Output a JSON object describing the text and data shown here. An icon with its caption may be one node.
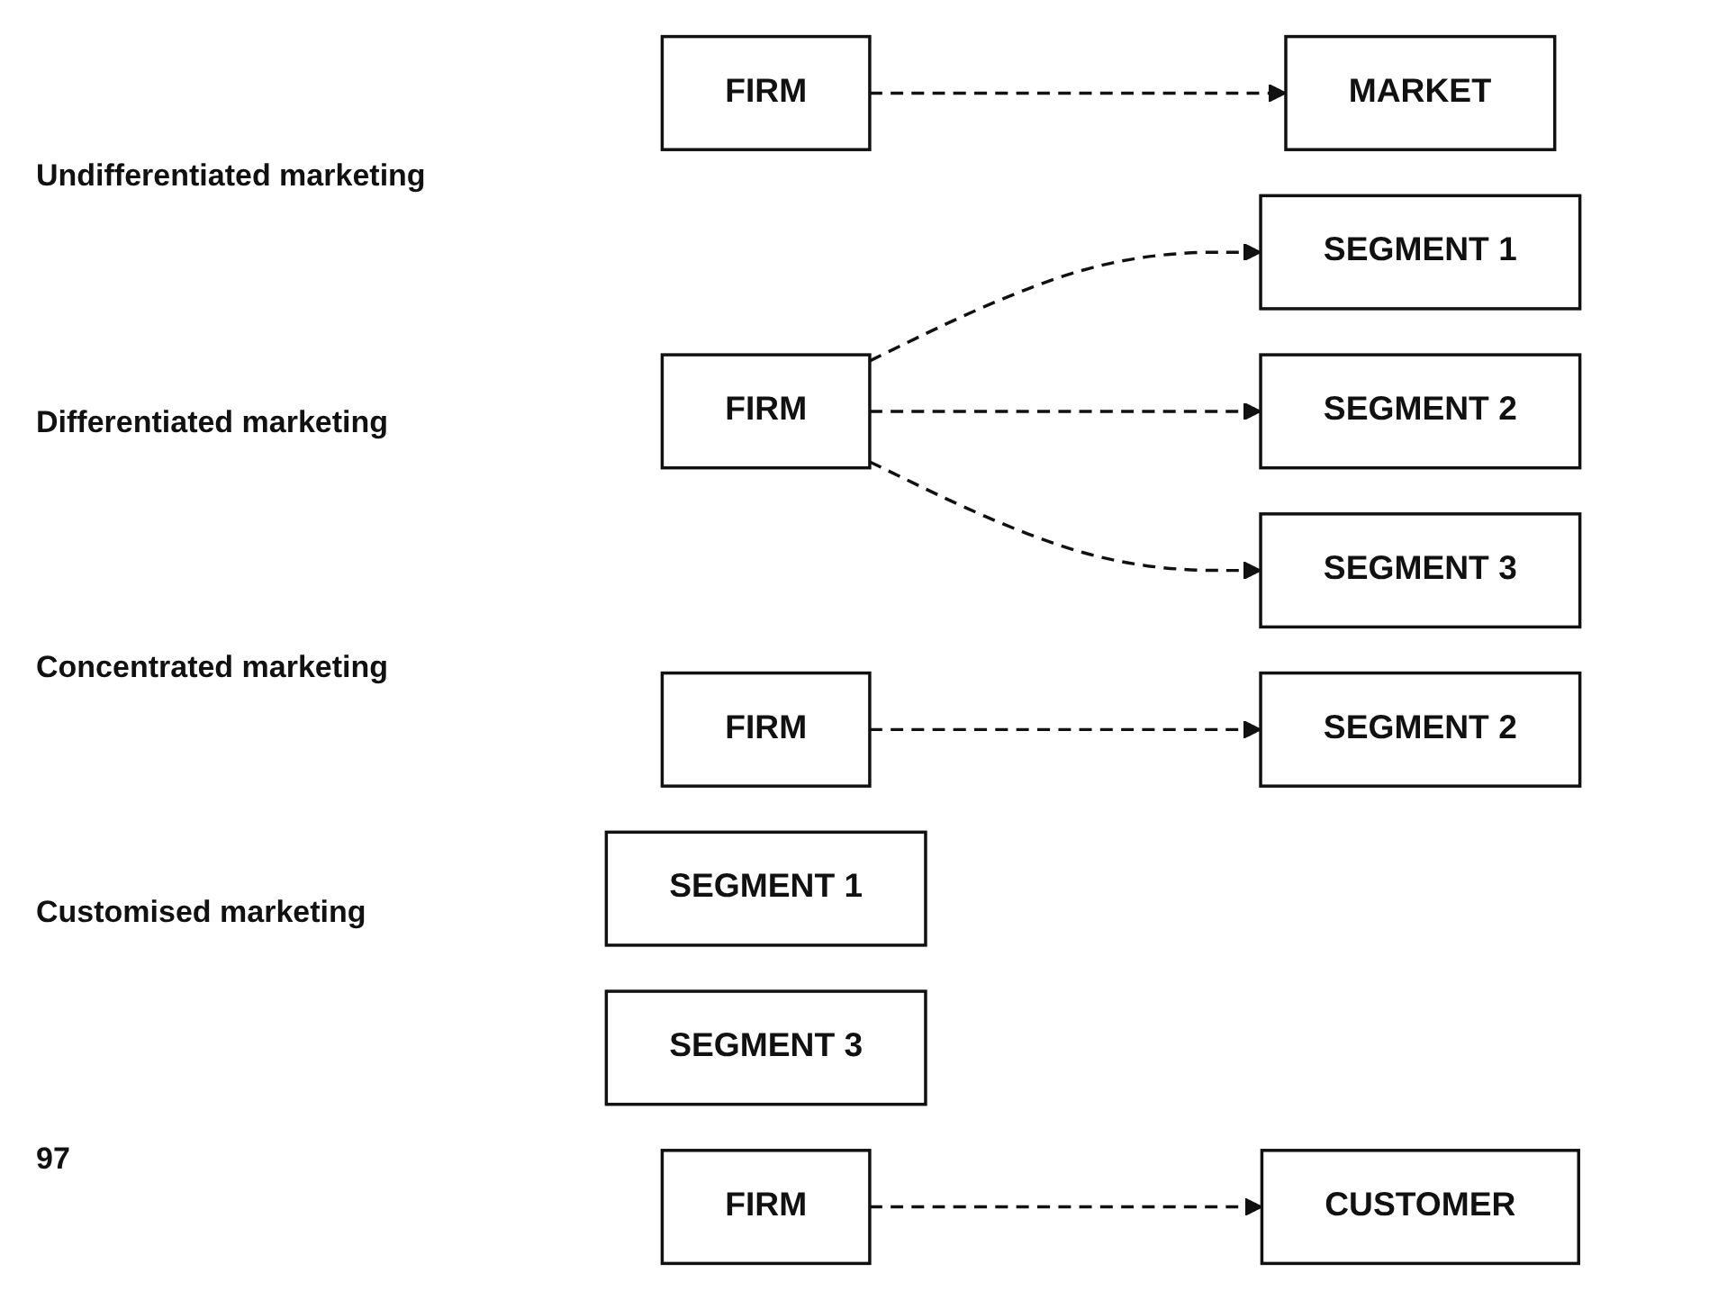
{
  "diagram": {
    "nodes": [
      {
        "text": [
          "FIRM"
        ]
      },
      {
        "text": [
          "MARKET"
        ]
      },
      {
        "text": [
          "FIRM"
        ]
      },
      {
        "text": [
          "SEGMENT 1"
        ]
      },
      {
        "text": [
          "SEGMENT 2"
        ]
      },
      {
        "text": [
          "SEGMENT 3"
        ]
      },
      {
        "text": [
          "FIRM"
        ]
      },
      {
        "text": [
          "SEGMENT 1"
        ]
      },
      {
        "text": [
          "SEGMENT 2"
        ]
      },
      {
        "text": [
          "SEGMENT 3"
        ]
      },
      {
        "text": [
          "FIRM"
        ]
      },
      {
        "text": [
          "CUSTOMER"
        ]
      }
    ],
    "edges": [
      {
        "from": 0,
        "to": 1,
        "arrow": "to",
        "style": "dashed"
      },
      {
        "from": 2,
        "to": 3,
        "arrow": "to",
        "style": "dashed"
      },
      {
        "from": 2,
        "to": 4,
        "arrow": "to",
        "style": "dashed"
      },
      {
        "from": 2,
        "to": 5,
        "arrow": "to",
        "style": "dashed"
      },
      {
        "from": 6,
        "to": 8,
        "arrow": "to",
        "style": "dashed"
      },
      {
        "from": 10,
        "to": 11,
        "arrow": "to",
        "style": "dashed"
      }
    ],
    "labels": [
      "Undifferentiated marketing",
      "Differentiated marketing",
      "Concentrated marketing",
      "Customised marketing",
      "97"
    ]
  }
}
